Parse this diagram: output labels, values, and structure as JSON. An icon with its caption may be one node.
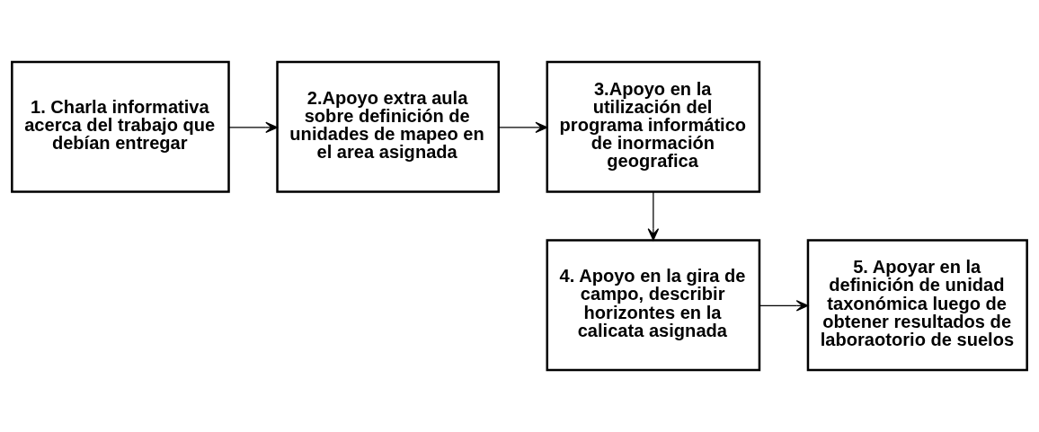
{
  "diagram": {
    "nodes": [
      {
        "text": [
          "1. Charla informativa acerca del trabajo que debían entregar"
        ]
      },
      {
        "text": [
          "2.Apoyo extra aula sobre definición de unidades de mapeo en el area asignada"
        ]
      },
      {
        "text": [
          "3.Apoyo en la utilización del programa informático de inormación geografica"
        ]
      },
      {
        "text": [
          "4. Apoyo en la gira de campo, describir horizontes en la calicata asignada"
        ]
      },
      {
        "text": [
          "5. Apoyar en la definición de unidad taxonómica luego de obtener resultados de laboraotorio de suelos"
        ]
      }
    ],
    "edges": [
      {
        "from": 0,
        "to": 1,
        "arrow": "to"
      },
      {
        "from": 1,
        "to": 2,
        "arrow": "to"
      },
      {
        "from": 2,
        "to": 3,
        "arrow": "to"
      },
      {
        "from": 3,
        "to": 4,
        "arrow": "to"
      }
    ]
  }
}
